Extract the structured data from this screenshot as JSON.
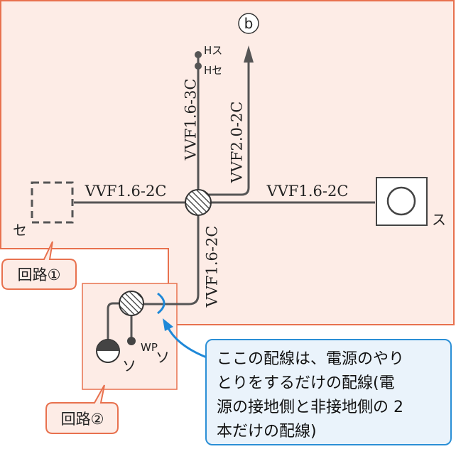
{
  "colors": {
    "region_fill": "#fdece6",
    "region_border": "#e8714e",
    "wire": "#555555",
    "note_fill": "#eaf3fb",
    "note_border": "#2b8fd6",
    "arrow_blue": "#1e88d8"
  },
  "labels": {
    "destination": "b",
    "hs_top": "Hス",
    "hs_bottom": "Hセ",
    "cable_up_left": "VVF1.6-3C",
    "cable_up_right": "VVF2.0-2C",
    "cable_left": "VVF1.6-2C",
    "cable_right": "VVF1.6-2C",
    "cable_down": "VVF1.6-2C",
    "se_box": "セ",
    "su_box": "ス",
    "so_left": "ソ",
    "wp": "WP",
    "so_right": "ソ"
  },
  "callouts": {
    "circuit1": "回路①",
    "circuit2": "回路②"
  },
  "note": {
    "lines": [
      "ここの配線は、電源のやり",
      "とりをするだけの配線(電",
      "源の接地側と非接地側の 2",
      "本だけの配線)"
    ]
  }
}
